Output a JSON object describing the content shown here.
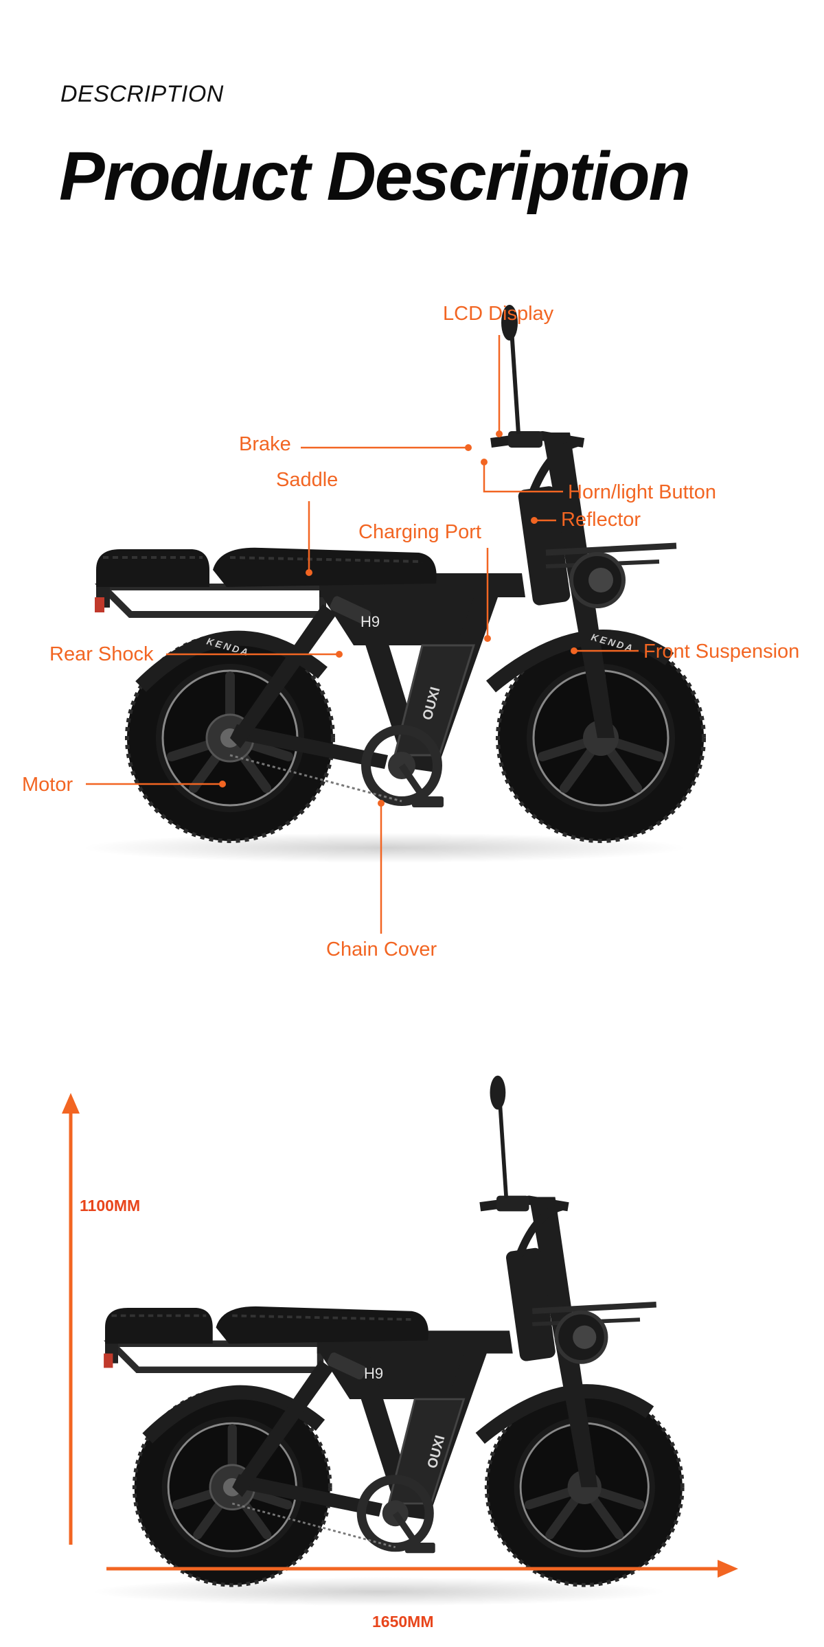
{
  "header": {
    "eyebrow": "DESCRIPTION",
    "title": "Product Description"
  },
  "bike": {
    "model_label": "H9",
    "brand_label": "OUXI",
    "tire_label": "KENDA"
  },
  "callouts": {
    "lcd_display": "LCD Display",
    "brake": "Brake",
    "saddle": "Saddle",
    "horn_light_button": "Horn/light Button",
    "reflector": "Reflector",
    "charging_port": "Charging Port",
    "rear_shock": "Rear Shock",
    "front_suspension": "Front Suspension",
    "motor": "Motor",
    "chain_cover": "Chain Cover"
  },
  "dimensions": {
    "height": "1100MM",
    "length": "1650MM"
  },
  "colors": {
    "accent": "#f26522",
    "dimension_accent": "#e8451b",
    "frame": "#1e1e1e",
    "tire": "#111111"
  }
}
